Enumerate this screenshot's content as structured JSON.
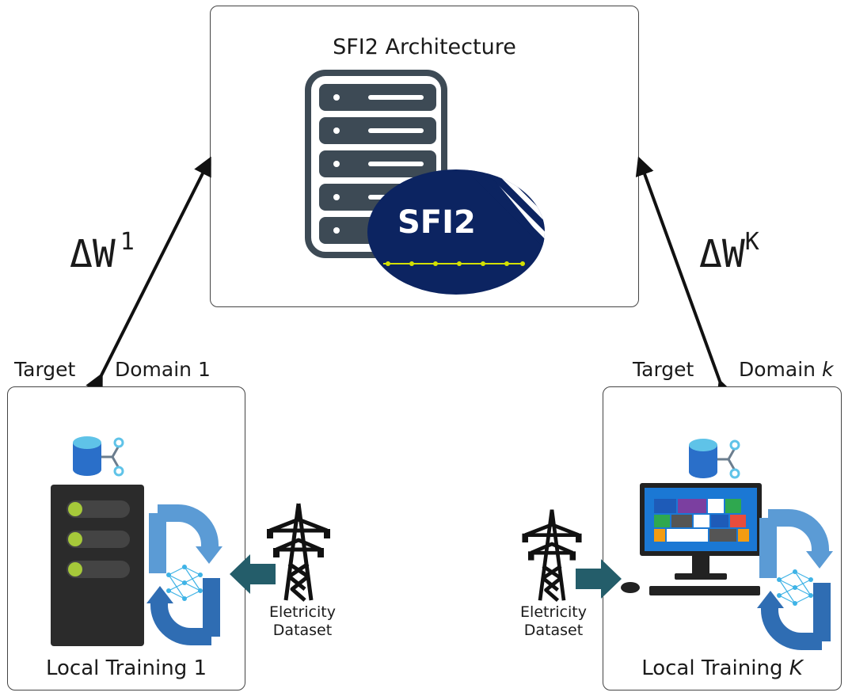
{
  "server": {
    "title": "SFI2 Architecture",
    "badge": "SFI2"
  },
  "links": {
    "left_delta": "ΔW",
    "left_sup": "1",
    "right_delta": "ΔW",
    "right_sup": "K"
  },
  "left_client": {
    "target": "Target",
    "domain": "Domain 1",
    "caption": "Local Training 1",
    "dataset_line1": "Eletricity",
    "dataset_line2": "Dataset"
  },
  "right_client": {
    "target": "Target",
    "domain_prefix": "Domain ",
    "domain_var": "k",
    "caption_prefix": "Local Training ",
    "caption_var": "K",
    "dataset_line1": "Eletricity",
    "dataset_line2": "Dataset"
  },
  "colors": {
    "server_gray": "#3d4a55",
    "badge_navy": "#0c2461",
    "accent_yellow": "#d4e000",
    "flow_blue": "#3c7fc4",
    "arrow_teal": "#245d6a",
    "lime_led": "#a6c93a"
  }
}
